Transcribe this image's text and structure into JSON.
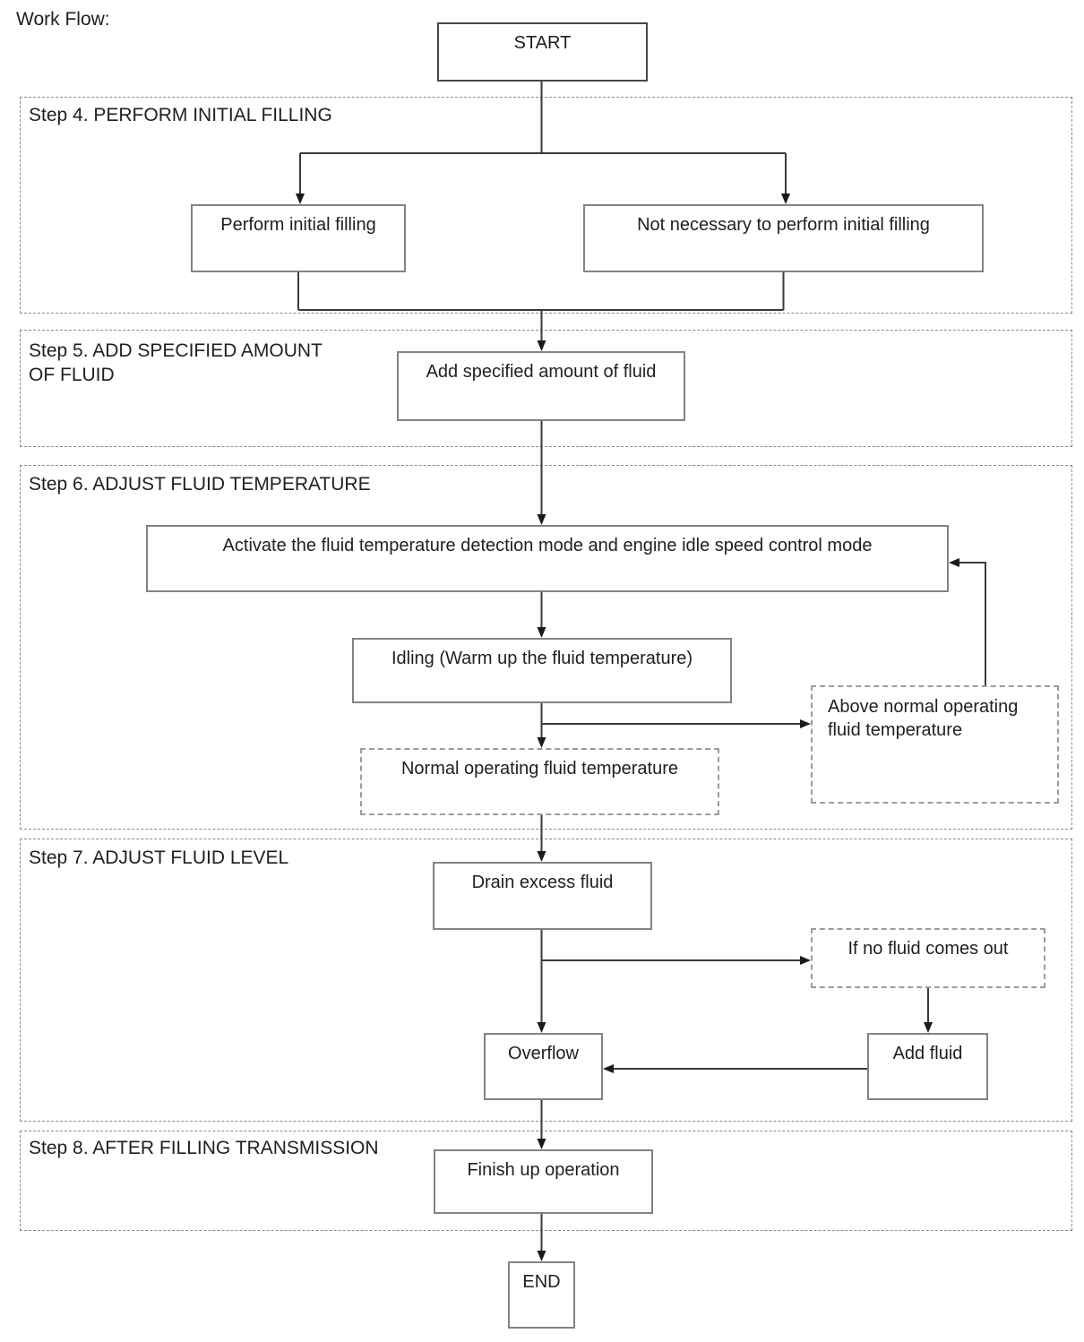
{
  "title": "Work Flow:",
  "colors": {
    "text": "#1f1f1f",
    "line": "#3a3a3a",
    "solid_box_border": "#838383",
    "terminal_box_border": "#474747",
    "dashed_box_border": "#9c9c9c",
    "panel_border": "#8a8a8a"
  },
  "sections": [
    {
      "label": "Step 4. PERFORM INITIAL FILLING"
    },
    {
      "label": "Step 5. ADD SPECIFIED AMOUNT\nOF FLUID"
    },
    {
      "label": "Step 6. ADJUST FLUID TEMPERATURE"
    },
    {
      "label": "Step 7. ADJUST FLUID LEVEL"
    },
    {
      "label": "Step 8. AFTER FILLING TRANSMISSION"
    }
  ],
  "nodes": {
    "start": "START",
    "perform_initial_filling": "Perform initial filling",
    "not_necessary": "Not necessary to perform initial filling",
    "add_specified_amount": "Add specified amount of fluid",
    "activate_detection": "Activate the fluid temperature detection mode and engine idle speed control mode",
    "idling": "Idling (Warm up the fluid temperature)",
    "normal_temperature": "Normal operating fluid temperature",
    "above_temperature": "Above normal operating fluid temperature",
    "drain_excess": "Drain excess fluid",
    "no_fluid_out": "If no fluid comes out",
    "overflow": "Overflow",
    "add_fluid": "Add fluid",
    "finish_up": "Finish up operation",
    "end": "END"
  }
}
